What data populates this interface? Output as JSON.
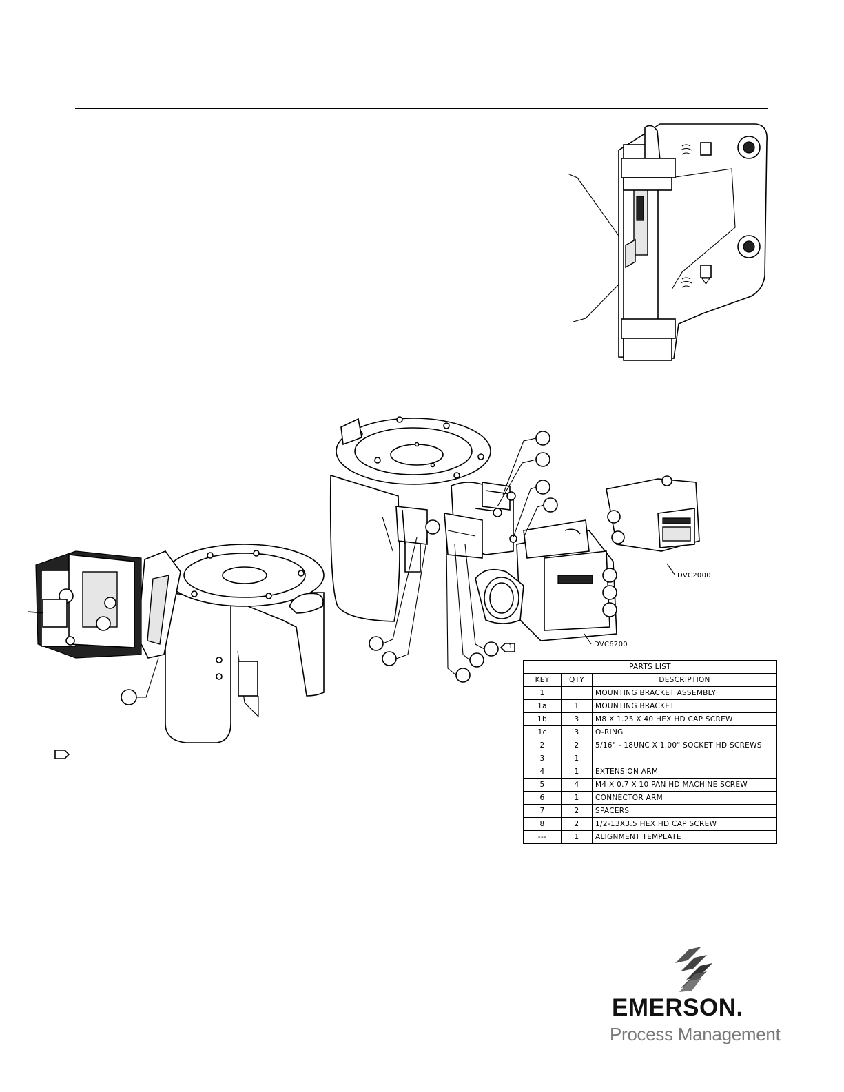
{
  "callouts": {
    "dvc2000": "DVC2000",
    "dvc6200": "DVC6200",
    "note_flag": "1"
  },
  "parts_list": {
    "title": "PARTS LIST",
    "headers": {
      "key": "KEY",
      "qty": "QTY",
      "description": "DESCRIPTION"
    },
    "rows": [
      {
        "key": "1",
        "qty": "",
        "description": "MOUNTING BRACKET ASSEMBLY"
      },
      {
        "key": "1a",
        "qty": "1",
        "description": "MOUNTING BRACKET"
      },
      {
        "key": "1b",
        "qty": "3",
        "description": "M8 X 1.25 X 40 HEX HD CAP SCREW"
      },
      {
        "key": "1c",
        "qty": "3",
        "description": "O-RING"
      },
      {
        "key": "2",
        "qty": "2",
        "description": "5/16\" - 18UNC X 1.00\" SOCKET HD SCREWS"
      },
      {
        "key": "3",
        "qty": "1",
        "description": ""
      },
      {
        "key": "4",
        "qty": "1",
        "description": "EXTENSION ARM"
      },
      {
        "key": "5",
        "qty": "4",
        "description": "M4 X 0.7 X 10 PAN HD MACHINE SCREW"
      },
      {
        "key": "6",
        "qty": "1",
        "description": "CONNECTOR ARM"
      },
      {
        "key": "7",
        "qty": "2",
        "description": "SPACERS"
      },
      {
        "key": "8",
        "qty": "2",
        "description": "1/2-13X3.5 HEX HD CAP SCREW"
      },
      {
        "key": "---",
        "qty": "1",
        "description": "ALIGNMENT TEMPLATE"
      }
    ]
  },
  "logo": {
    "brand": "EMERSON.",
    "division": "Process Management"
  }
}
